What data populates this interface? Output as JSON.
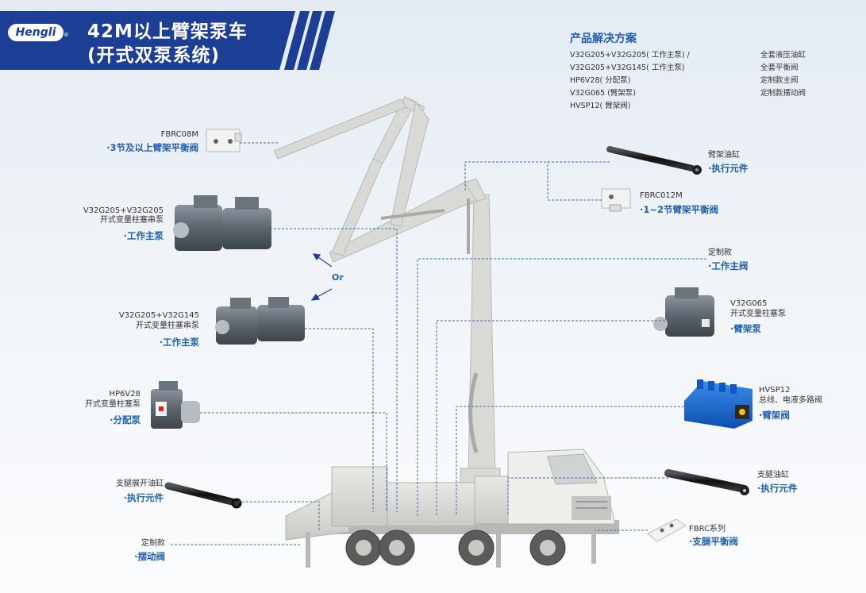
{
  "header": {
    "logo_text": "Hengli",
    "logo_mark": "®",
    "title_line1": "42M以上臂架泵车",
    "title_line2": "(开式双泵系统)"
  },
  "solutions": {
    "title": "产品解决方案",
    "left_items": [
      "V32G205+V32G205( 工作主泵) /",
      "V32G205+V32G145( 工作主泵)",
      "HP6V28( 分配泵)",
      "V32G065 (臂架泵)",
      "HVSP12( 臂架阀)"
    ],
    "right_items": [
      "全套液压油缸",
      "全套平衡阀",
      "定制款主阀",
      "定制款摆动阀"
    ]
  },
  "callouts": {
    "fbrc08m": {
      "model": "FBRC08M",
      "role": "·3节及以上臂架平衡阀"
    },
    "pump1": {
      "model1": "V32G205+V32G205",
      "model2": "开式变量柱塞串泵",
      "role": "·工作主泵"
    },
    "or_text": "Or",
    "pump2": {
      "model1": "V32G205+V32G145",
      "model2": "开式变量柱塞串泵",
      "role": "·工作主泵"
    },
    "hp6v28": {
      "model1": "HP6V28",
      "model2": "开式变量柱塞泵",
      "role": "·分配泵"
    },
    "outrigger_ext": {
      "model": "支腿展开油缸",
      "role": "·执行元件"
    },
    "swing": {
      "model": "定制款",
      "role": "·摆动阀"
    },
    "boom_cyl": {
      "model": "臂架油缸",
      "role": "·执行元件"
    },
    "fbrc012m": {
      "model": "FBRC012M",
      "role": "·1~2节臂架平衡阀"
    },
    "main_valve": {
      "model": "定制款",
      "role": "·工作主阀"
    },
    "v32g065": {
      "model1": "V32G065",
      "model2": "开式变量柱塞泵",
      "role": "·臂架泵"
    },
    "hvsp12": {
      "model1": "HVSP12",
      "model2": "总线、电液多路阀",
      "role": "·臂架阀"
    },
    "outrigger_cyl": {
      "model": "支腿油缸",
      "role": "·执行元件"
    },
    "fbrc_series": {
      "model": "FBRC系列",
      "role": "·支腿平衡阀"
    }
  },
  "colors": {
    "brand_blue": "#1c3f95",
    "role_blue": "#1f5fb3",
    "leader_line": "#3f6fb5"
  }
}
